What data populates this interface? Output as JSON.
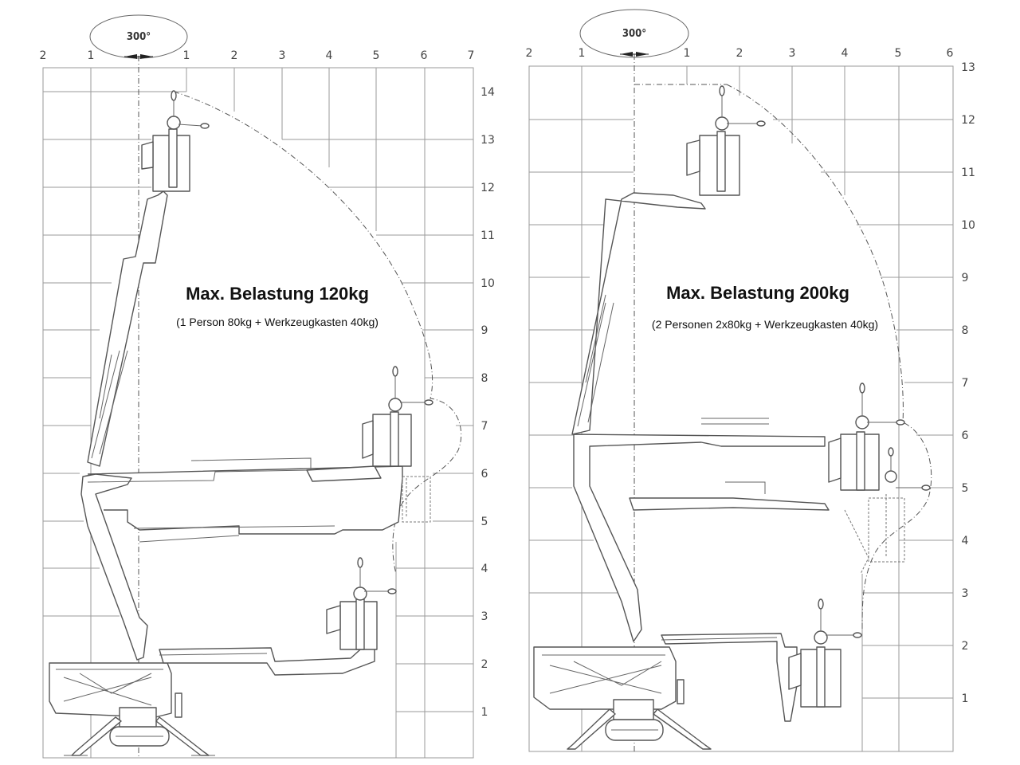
{
  "diagrams": [
    {
      "rotation_label": "300°",
      "title": "Max. Belastung 120kg",
      "subtitle": "(1 Person 80kg + Werkzeugkasten 40kg)",
      "x_ticks": [
        "2",
        "1",
        "1",
        "2",
        "3",
        "4",
        "5",
        "6",
        "7"
      ],
      "y_ticks": [
        "14",
        "13",
        "12",
        "11",
        "10",
        "9",
        "8",
        "7",
        "6",
        "5",
        "4",
        "3",
        "2",
        "1"
      ]
    },
    {
      "rotation_label": "300°",
      "title": "Max. Belastung 200kg",
      "subtitle": "(2 Personen 2x80kg + Werkzeugkasten 40kg)",
      "x_ticks": [
        "2",
        "1",
        "1",
        "2",
        "3",
        "4",
        "5",
        "6"
      ],
      "y_ticks": [
        "13",
        "12",
        "11",
        "10",
        "9",
        "8",
        "7",
        "6",
        "5",
        "4",
        "3",
        "2",
        "1"
      ]
    }
  ]
}
